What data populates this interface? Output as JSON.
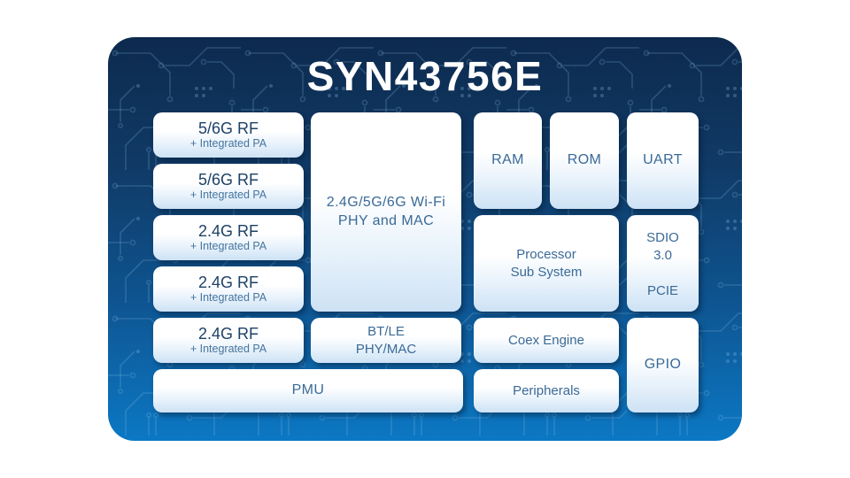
{
  "title": "SYN43756E",
  "palette": {
    "card_gradient_top": "#0d2a4e",
    "card_gradient_bottom": "#0c78c4",
    "circuit_trace": "#8ec4ea",
    "block_gradient_top": "#ffffff",
    "block_gradient_bottom": "#cde2f5",
    "block_text_primary": "#1d4167",
    "block_text_secondary": "#46759f",
    "block_text_label": "#3a6a97",
    "title_color": "#ffffff"
  },
  "blocks": {
    "rf_blocks": [
      {
        "title": "5/6G RF",
        "subtitle": "+ Integrated PA"
      },
      {
        "title": "5/6G RF",
        "subtitle": "+ Integrated PA"
      },
      {
        "title": "2.4G RF",
        "subtitle": "+ Integrated PA"
      },
      {
        "title": "2.4G RF",
        "subtitle": "+ Integrated PA"
      },
      {
        "title": "2.4G RF",
        "subtitle": "+ Integrated PA"
      }
    ],
    "wifi_phy_mac": {
      "line1": "2.4G/5G/6G Wi-Fi",
      "line2": "PHY and MAC"
    },
    "bt_le": {
      "line1": "BT/LE",
      "line2": "PHY/MAC"
    },
    "pmu": {
      "label": "PMU"
    },
    "ram": {
      "label": "RAM"
    },
    "rom": {
      "label": "ROM"
    },
    "uart": {
      "label": "UART"
    },
    "processor": {
      "line1": "Processor",
      "line2": "Sub System"
    },
    "sdio_pcie": {
      "line1": "SDIO",
      "line2": "3.0",
      "line3": "PCIE"
    },
    "coex": {
      "label": "Coex Engine"
    },
    "gpio": {
      "label": "GPIO"
    },
    "peripherals": {
      "label": "Peripherals"
    }
  }
}
